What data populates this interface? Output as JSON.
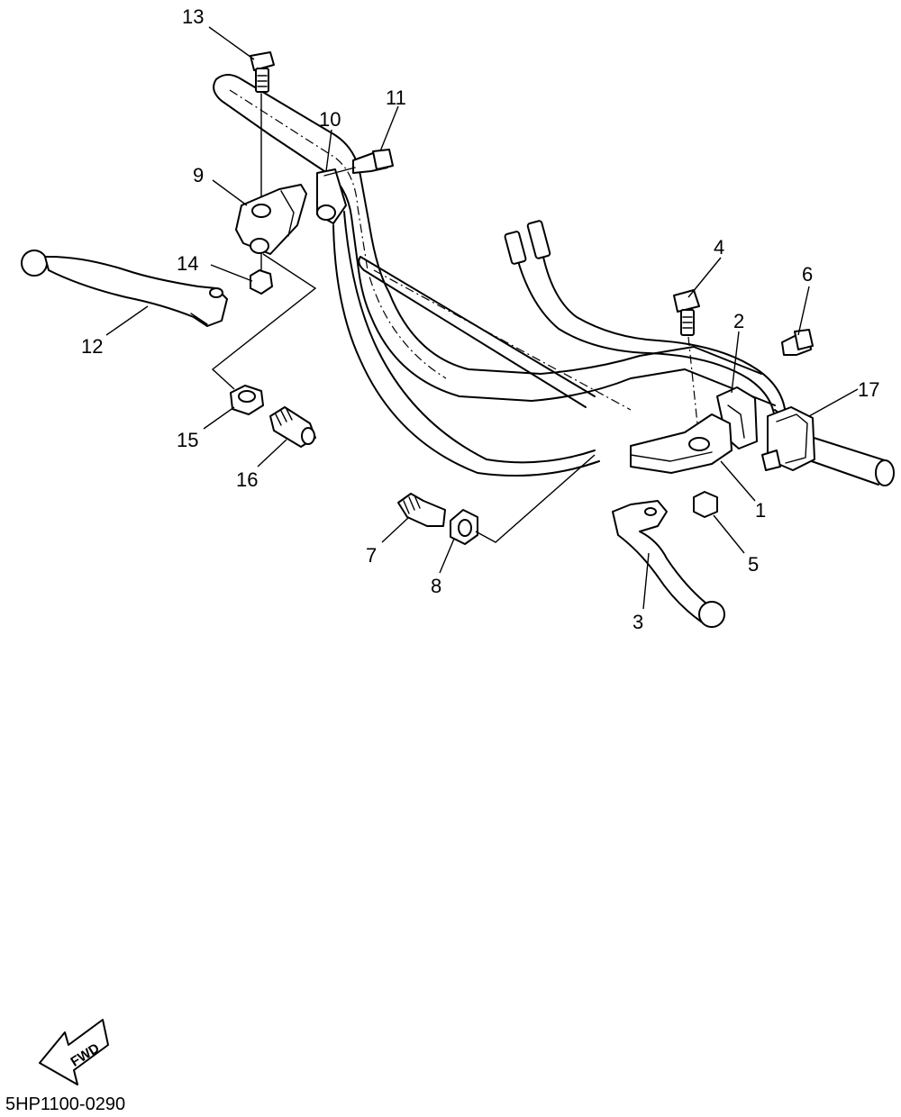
{
  "diagram": {
    "labels": {
      "p1": "1",
      "p2": "2",
      "p3": "3",
      "p4": "4",
      "p5": "5",
      "p6": "6",
      "p7": "7",
      "p8": "8",
      "p9": "9",
      "p10": "10",
      "p11": "11",
      "p12": "12",
      "p13": "13",
      "p14": "14",
      "p15": "15",
      "p16": "16",
      "p17": "17"
    },
    "fwd_label": "FWD",
    "diagram_code": "5HP1100-0290"
  }
}
